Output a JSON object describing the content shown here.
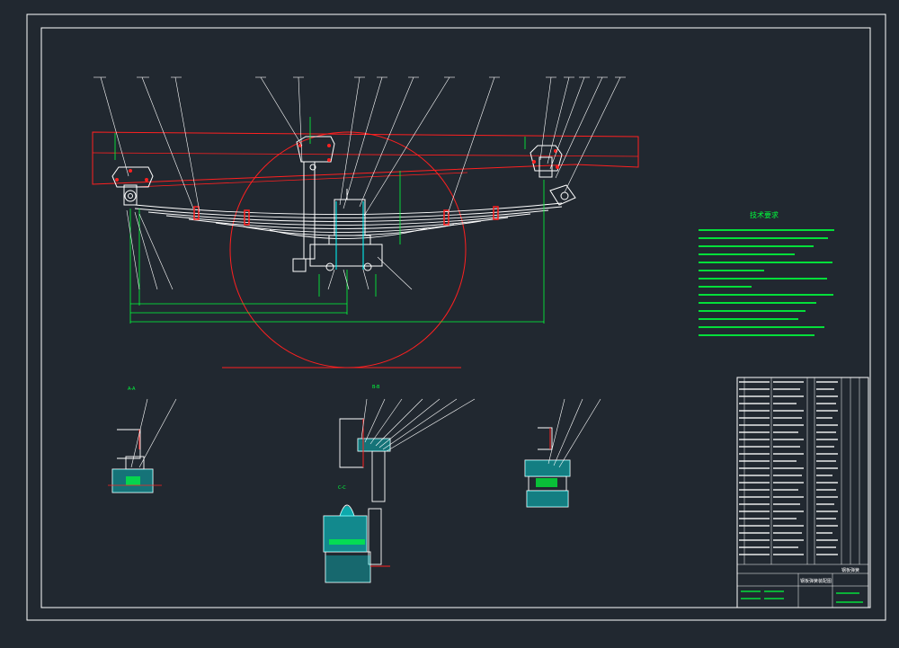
{
  "sections": {
    "a": "A-A",
    "b": "B-B",
    "c": "C-C"
  },
  "notes": {
    "title": "技术要求"
  },
  "title_block": {
    "assembly_name": "钢板弹簧",
    "drawing_title": "钢板弹簧装配图"
  },
  "colors": {
    "background": "#212830",
    "frame": "#ffffff",
    "outline": "#ffffff",
    "red": "#ff2020",
    "green": "#00ff3c",
    "cyan": "#00ffff"
  }
}
